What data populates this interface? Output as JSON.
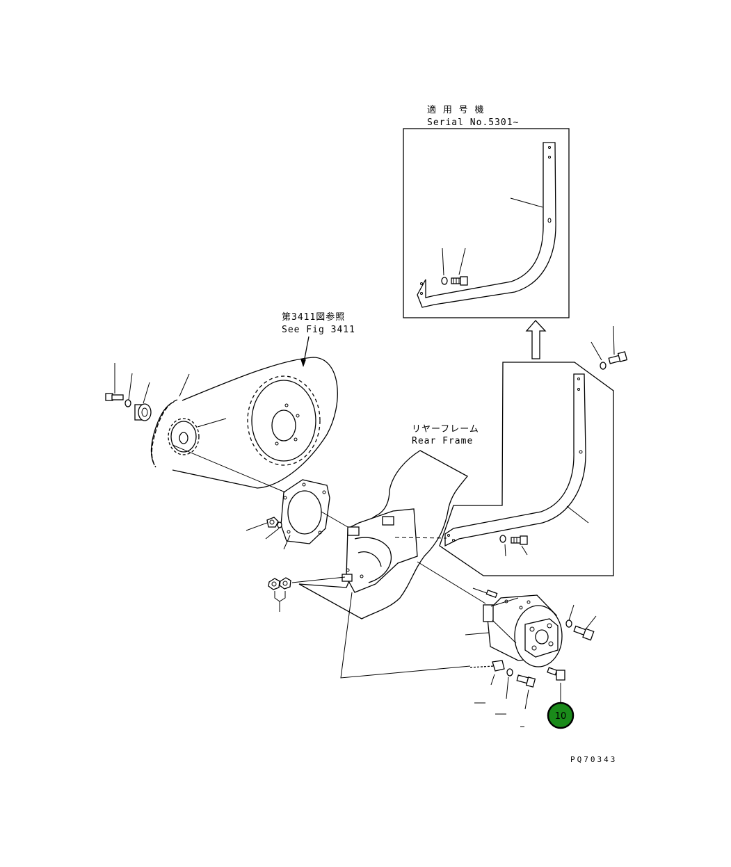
{
  "inset": {
    "applicable_jp": "適 用 号 機",
    "serial": "Serial No.5301~"
  },
  "sprocket_ref": {
    "jp": "第3411図参照",
    "en": "See Fig 3411"
  },
  "rear_frame": {
    "jp": "リヤーフレーム",
    "en": "Rear Frame"
  },
  "callout": {
    "number": "10",
    "color": "#1a8a1a",
    "border": "#000000"
  },
  "drawing_code": "PQ70343"
}
